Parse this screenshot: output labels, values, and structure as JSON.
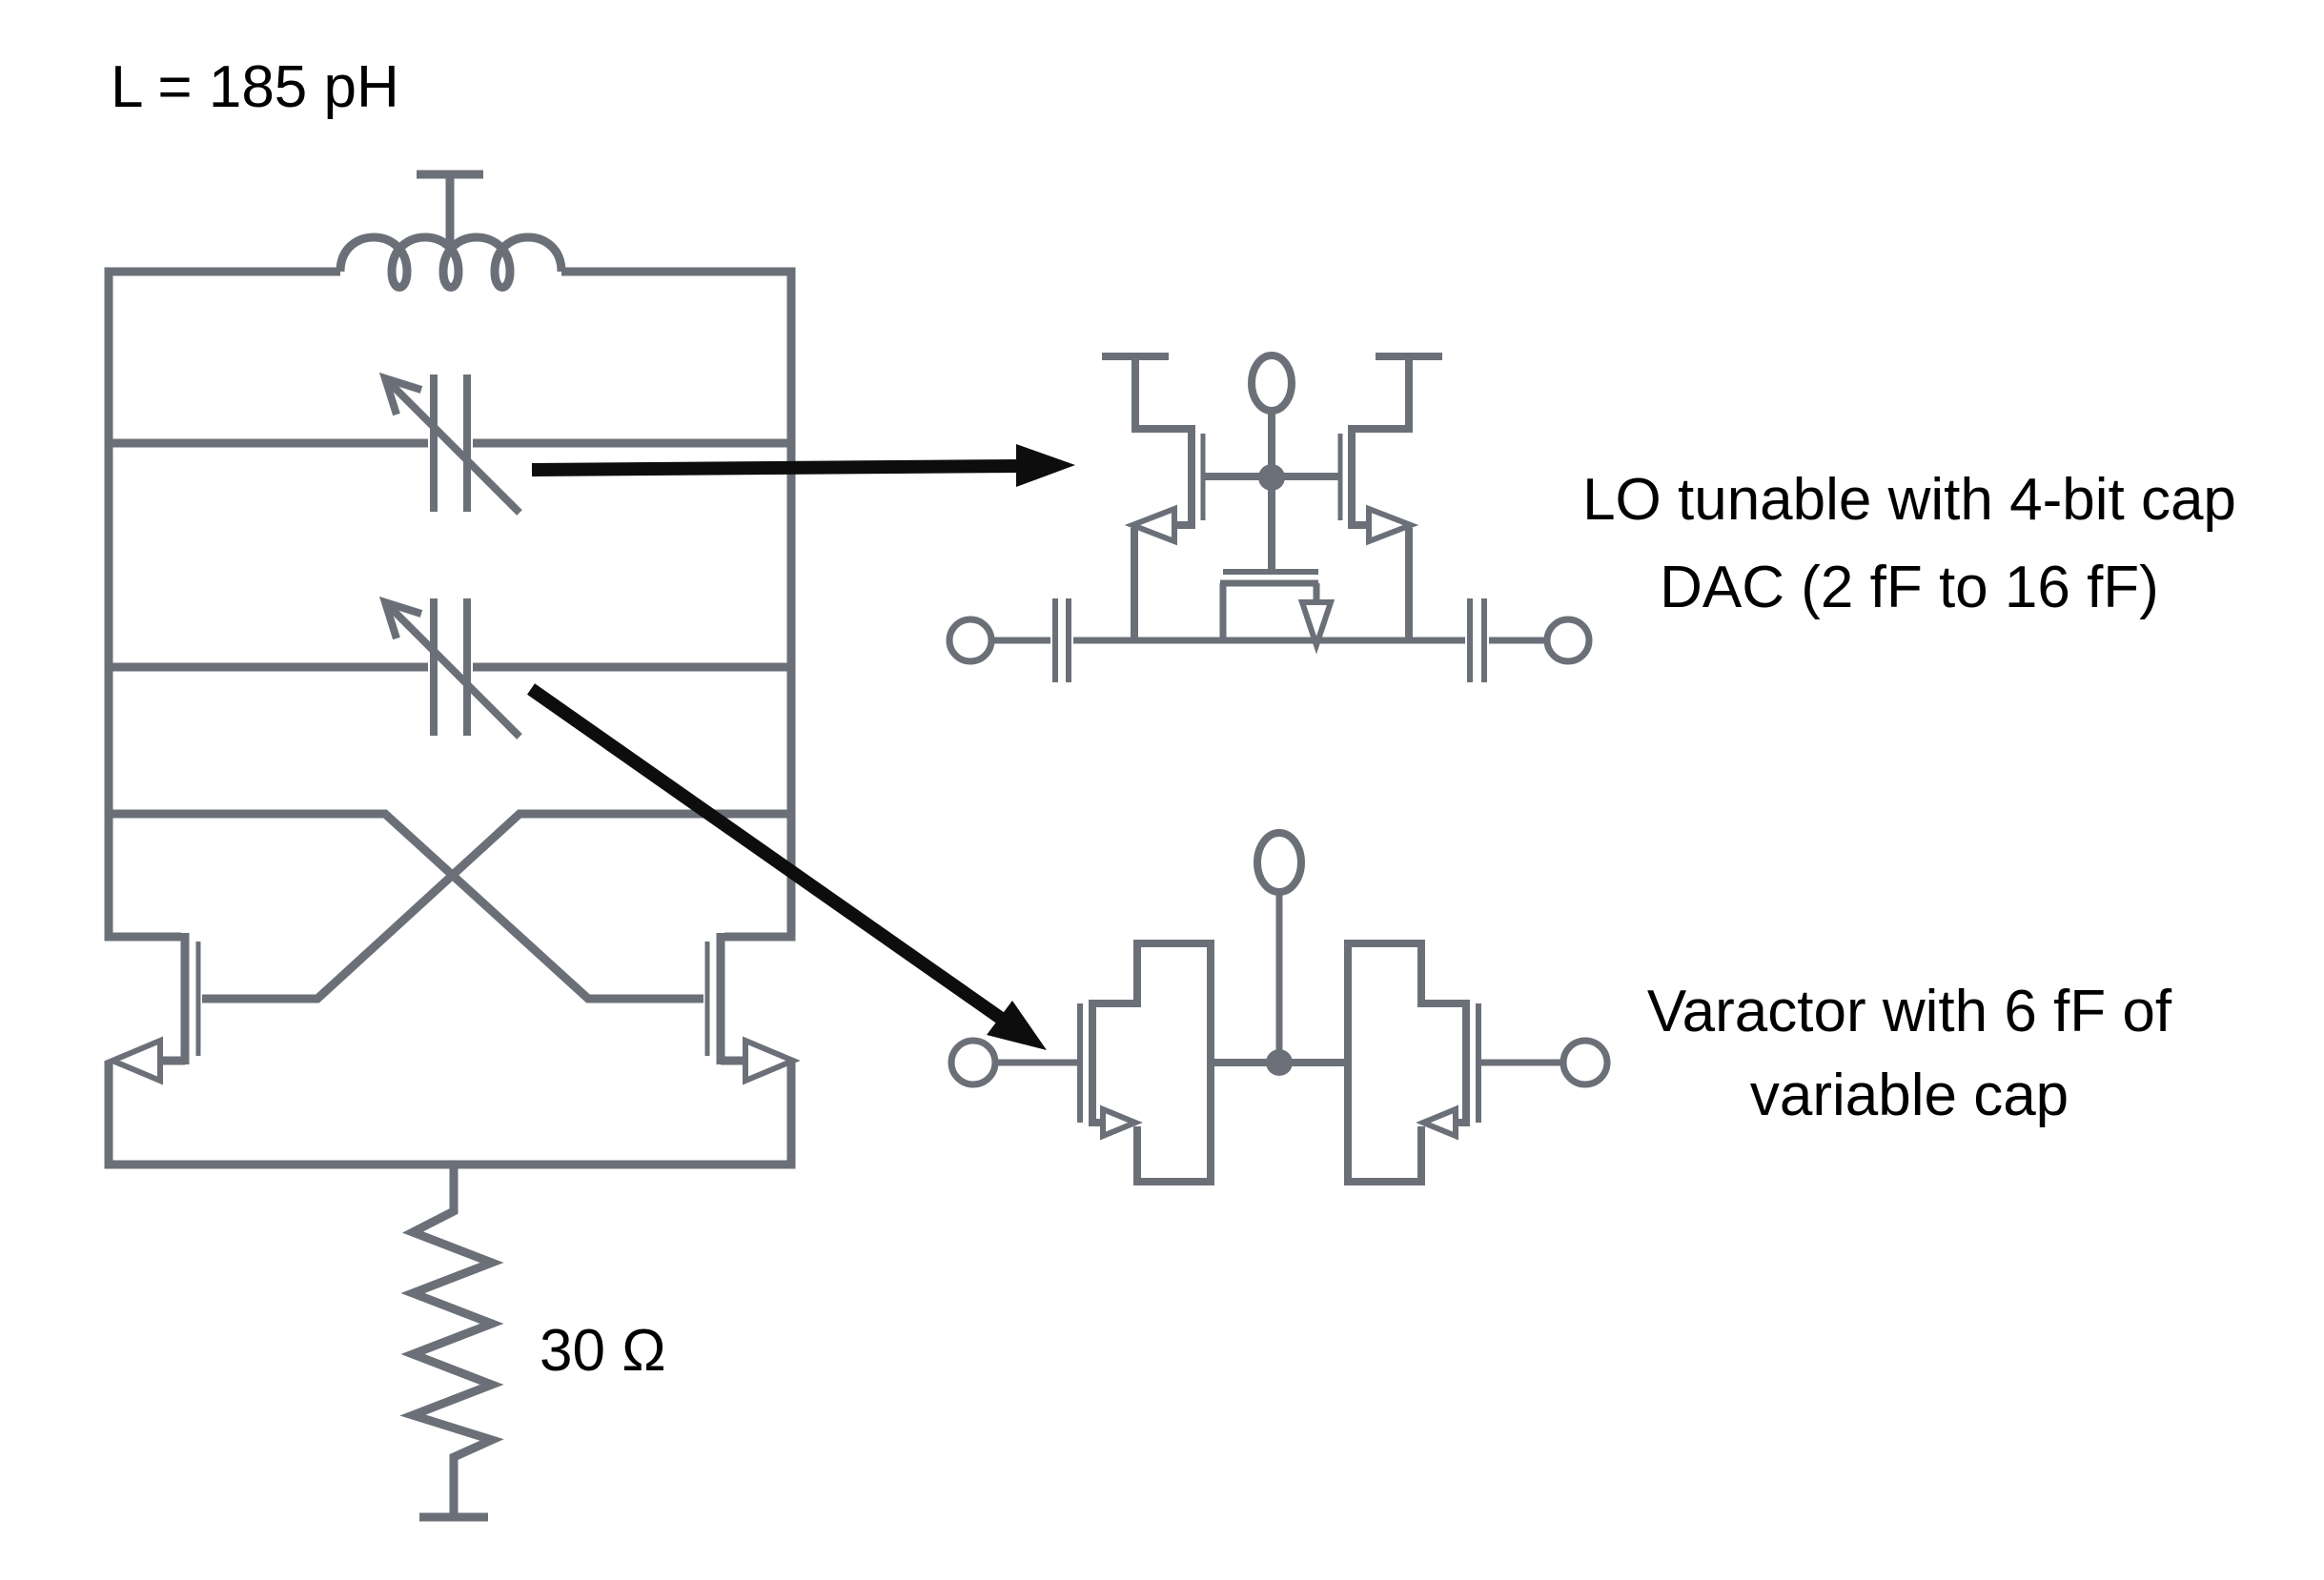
{
  "labels": {
    "inductance": "L = 185 pH",
    "resistance": "30 Ω",
    "cap_dac_line1": "LO tunable with 4-bit cap",
    "cap_dac_line2": "DAC (2 fF to 16 fF)",
    "varactor_line1": "Varactor with 6 fF of",
    "varactor_line2": "variable cap"
  },
  "colors": {
    "schematic_stroke": "#6b7078",
    "text": "#000000",
    "callout_arrow": "#0d0d0d",
    "background": "#ffffff"
  }
}
